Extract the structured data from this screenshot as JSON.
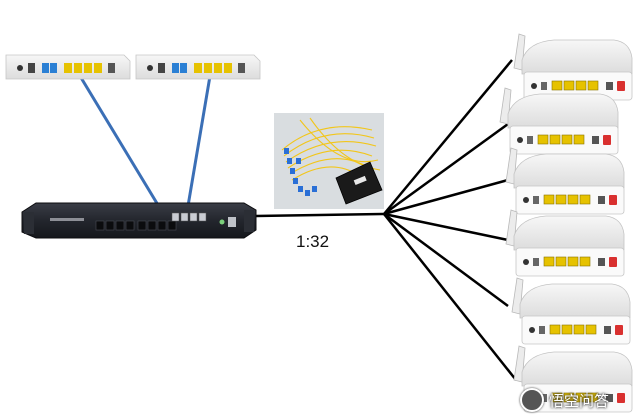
{
  "diagram": {
    "split_ratio_label": "1:32",
    "nodes": {
      "olt": {
        "kind": "olt-chassis",
        "brand_text": ""
      },
      "top_onts": {
        "kind": "small-ont-router",
        "count": 2
      },
      "splitter": {
        "kind": "fiber-splitter-photo",
        "fiber_color": "#f2c61a",
        "connector_color": "#2a6fd6"
      },
      "right_onts": {
        "kind": "wifi-ont-router",
        "count": 6
      }
    },
    "links": {
      "olt_to_top_onts": {
        "count": 2,
        "color": "#3b6fb6"
      },
      "feeder": {
        "from": "olt",
        "to": "split-point",
        "color": "#000000"
      },
      "split_fanout": {
        "count": 6,
        "color": "#000000"
      }
    },
    "colors": {
      "port_yellow": "#e6c200",
      "port_blue": "#2a7fd4",
      "chassis_dark": "#1e2026"
    }
  },
  "watermark": {
    "text": "悟空问答"
  }
}
